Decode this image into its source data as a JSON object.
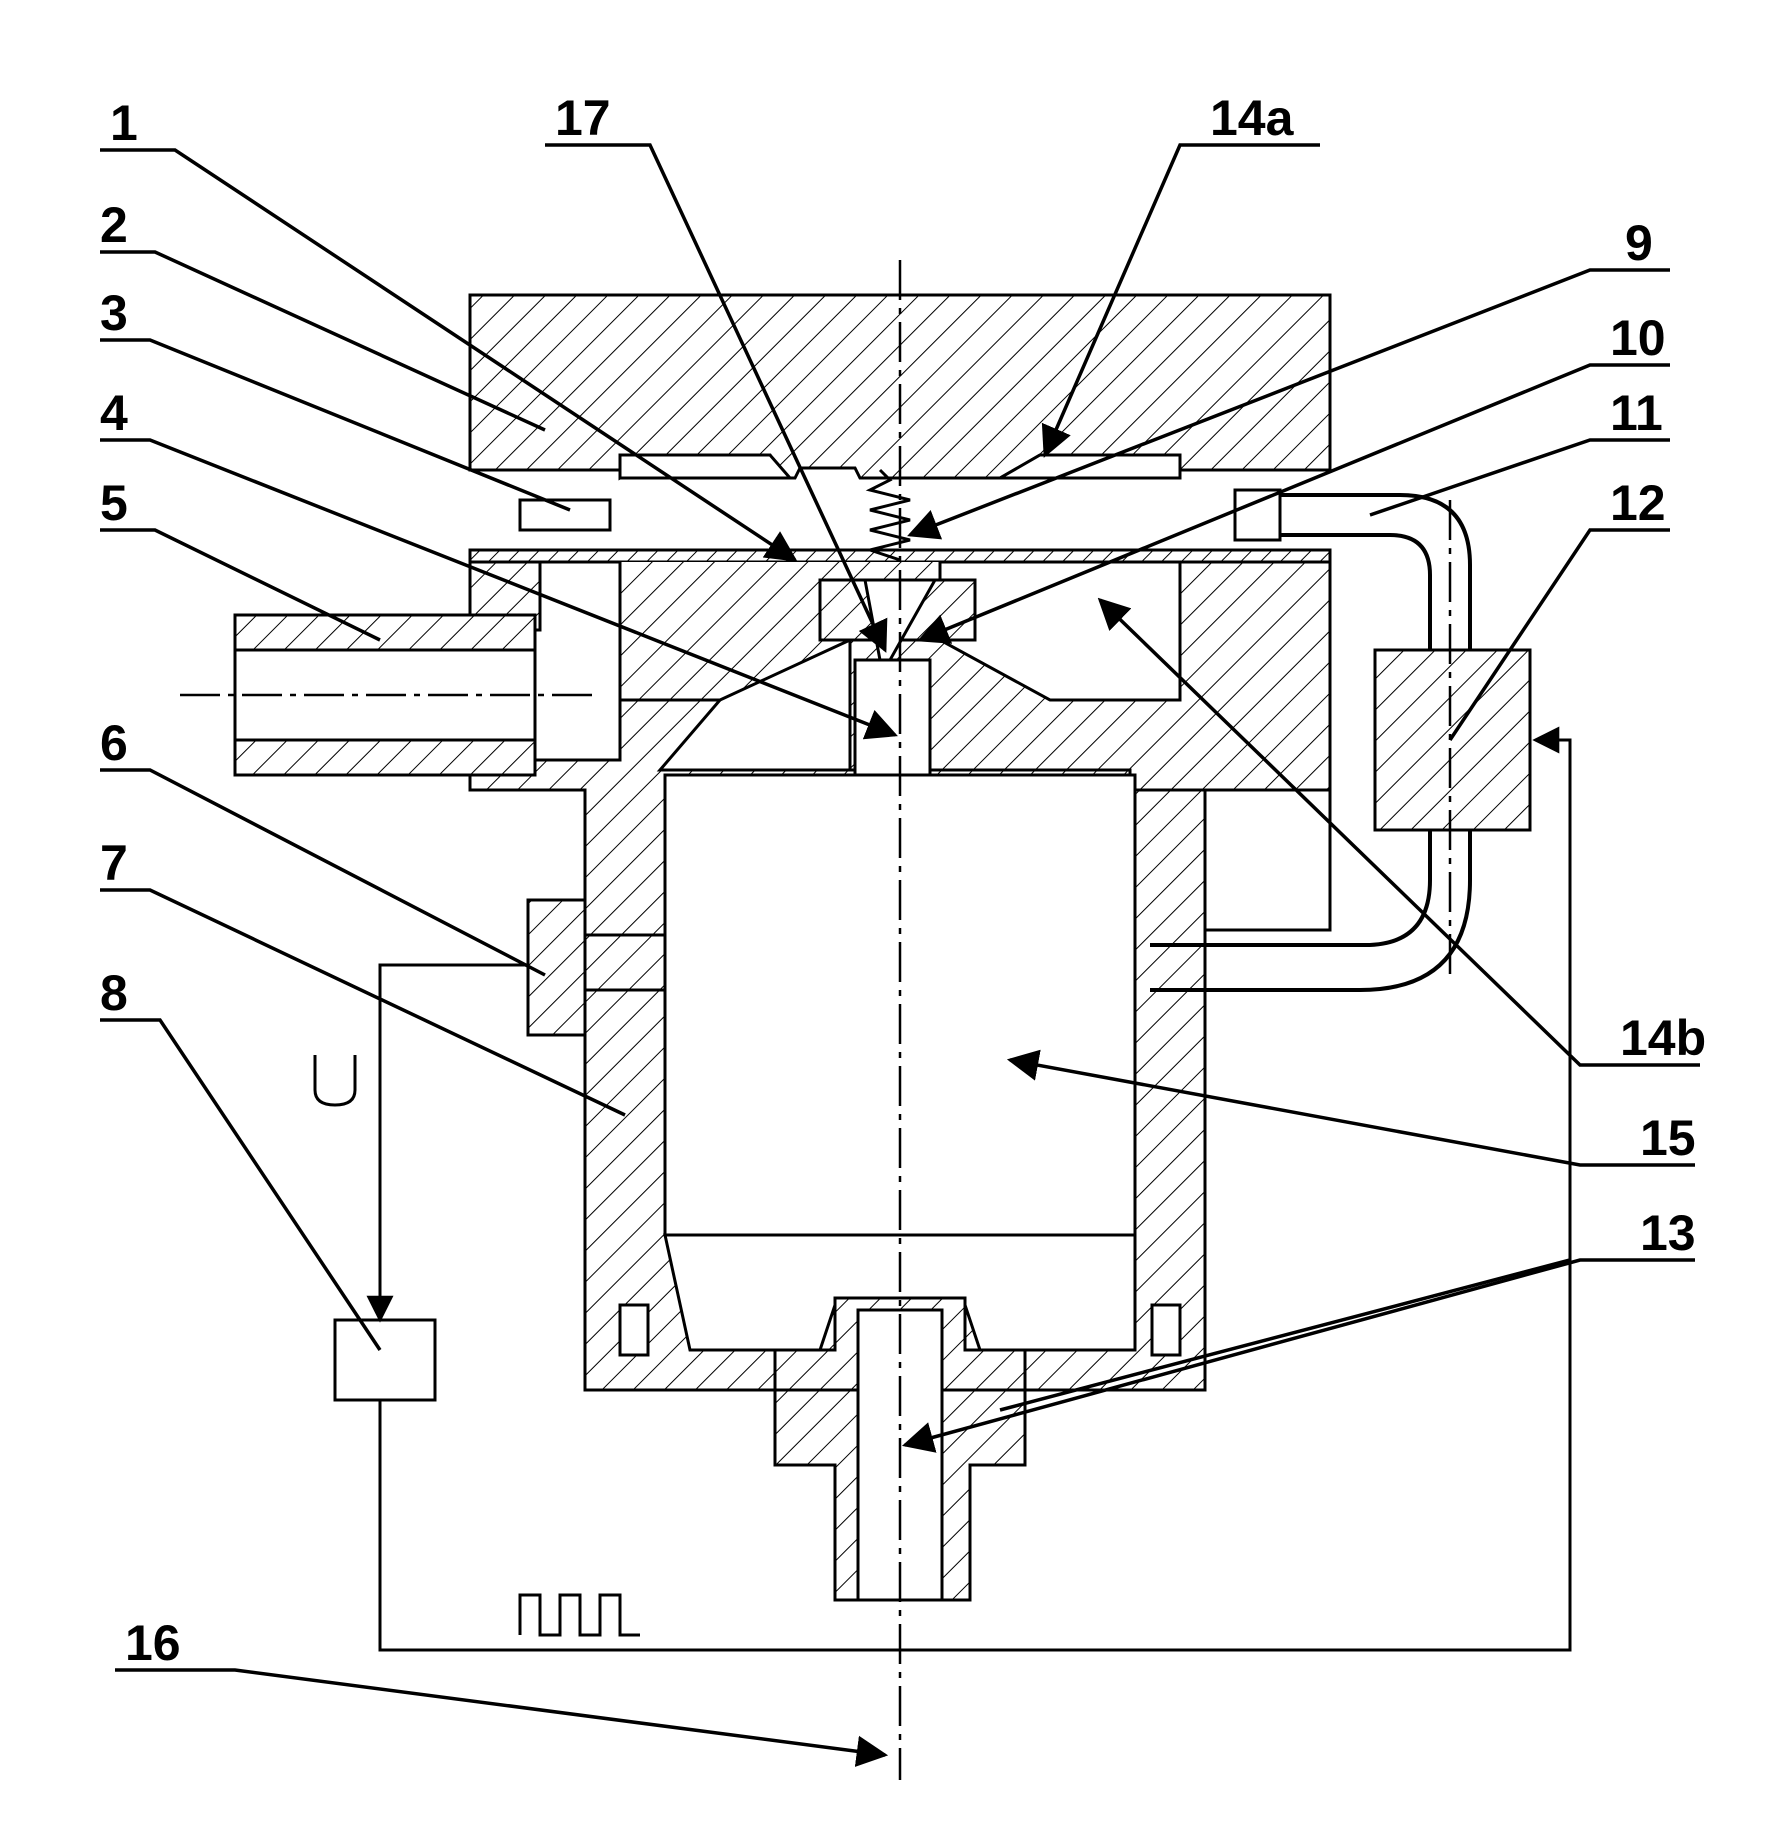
{
  "labels": {
    "l1": "1",
    "l2": "2",
    "l3": "3",
    "l4": "4",
    "l5": "5",
    "l6": "6",
    "l7": "7",
    "l8": "8",
    "l9": "9",
    "l10": "10",
    "l11": "11",
    "l12": "12",
    "l13": "13",
    "l14a": "14a",
    "l14b": "14b",
    "l15": "15",
    "l16": "16",
    "l17": "17"
  },
  "symbols": {
    "voltage": "U"
  },
  "colors": {
    "line": "#000000",
    "background": "#ffffff"
  }
}
